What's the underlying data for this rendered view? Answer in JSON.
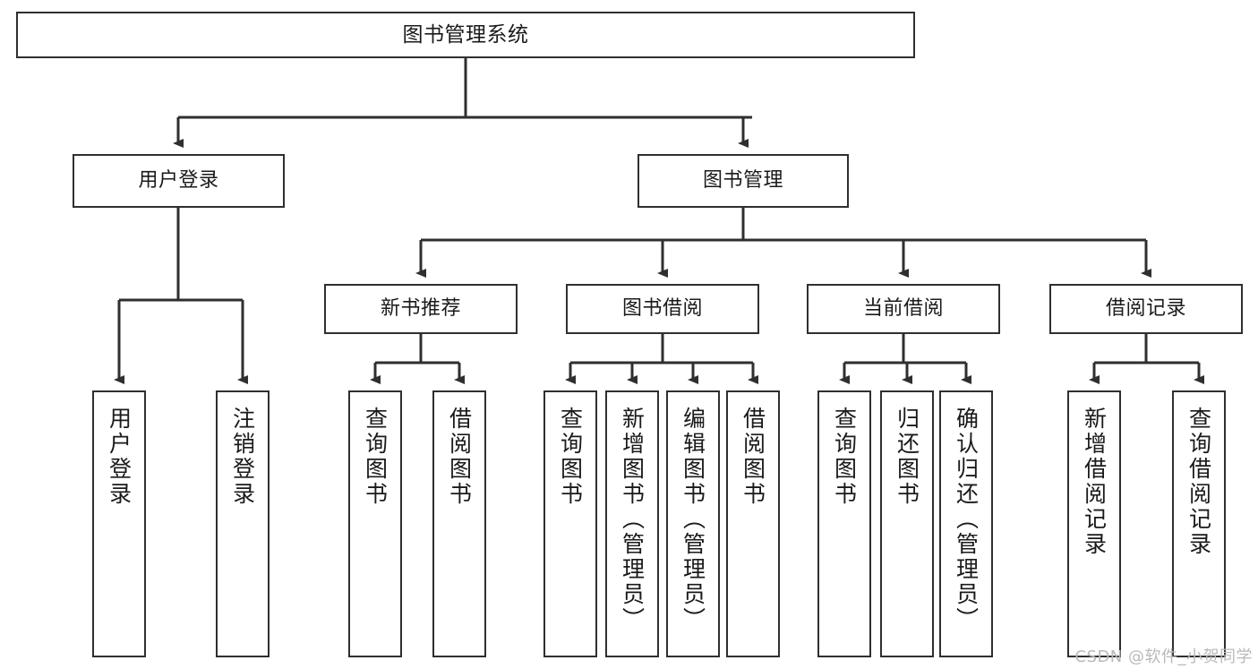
{
  "diagram": {
    "title": "图书管理系统",
    "type": "tree-hierarchy",
    "root": {
      "label": "图书管理系统"
    },
    "level1": [
      {
        "label": "用户登录"
      },
      {
        "label": "图书管理"
      }
    ],
    "level2": [
      {
        "label": "新书推荐"
      },
      {
        "label": "图书借阅"
      },
      {
        "label": "当前借阅"
      },
      {
        "label": "借阅记录"
      }
    ],
    "leaves": {
      "user_login": [
        {
          "label": "用户登录"
        },
        {
          "label": "注销登录"
        }
      ],
      "new_book_recommend": [
        {
          "label": "查询图书"
        },
        {
          "label": "借阅图书"
        }
      ],
      "book_borrow": [
        {
          "label": "查询图书"
        },
        {
          "label": "新增图书（管理员）"
        },
        {
          "label": "编辑图书（管理员）"
        },
        {
          "label": "借阅图书"
        }
      ],
      "current_borrow": [
        {
          "label": "查询图书"
        },
        {
          "label": "归还图书"
        },
        {
          "label": "确认归还（管理员）"
        }
      ],
      "borrow_record": [
        {
          "label": "新增借阅记录"
        },
        {
          "label": "查询借阅记录"
        }
      ]
    },
    "watermark": "CSDN @软件_小贺同学",
    "colors": {
      "stroke": "#2f2f2f",
      "fill": "#ffffff",
      "text": "#1a1a1a",
      "watermark": "#b9b9b9"
    }
  }
}
